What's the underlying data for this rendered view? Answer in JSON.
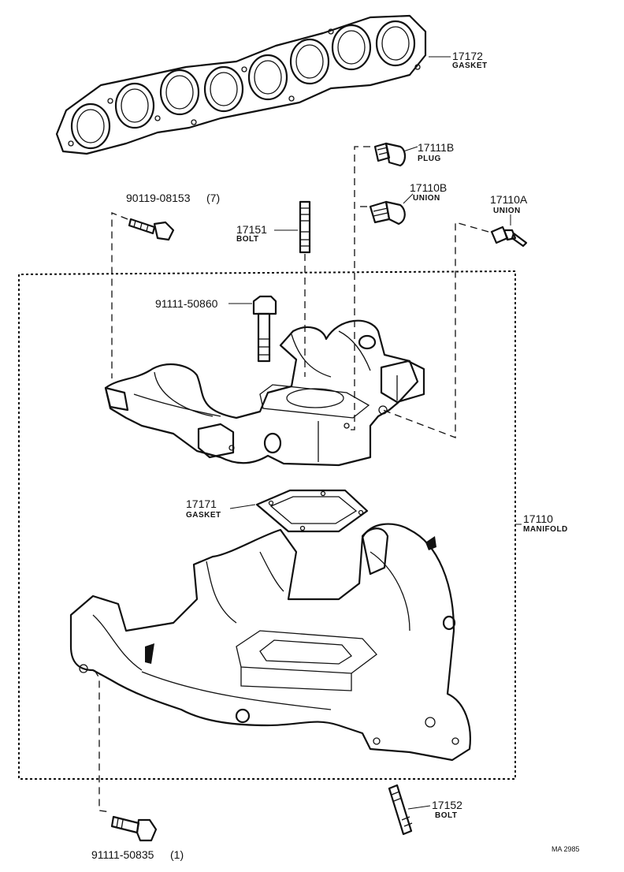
{
  "parts": {
    "gasket_17172": {
      "number": "17172",
      "name": "GASKET"
    },
    "plug_17111B": {
      "number": "17111B",
      "name": "PLUG"
    },
    "union_17110B": {
      "number": "17110B",
      "name": "UNION"
    },
    "union_17110A": {
      "number": "17110A",
      "name": "UNION"
    },
    "stud_90119": {
      "number": "90119-08153",
      "qty": "(7)"
    },
    "bolt_17151": {
      "number": "17151",
      "name": "BOLT"
    },
    "bolt_91111_50860": {
      "number": "91111-50860"
    },
    "manifold_17110": {
      "number": "17110",
      "name": "MANIFOLD"
    },
    "gasket_17171": {
      "number": "17171",
      "name": "GASKET"
    },
    "bolt_17152": {
      "number": "17152",
      "name": "BOLT"
    },
    "bolt_91111_50835": {
      "number": "91111-50835",
      "qty": "(1)"
    }
  },
  "drawing_code": "MA 2985"
}
